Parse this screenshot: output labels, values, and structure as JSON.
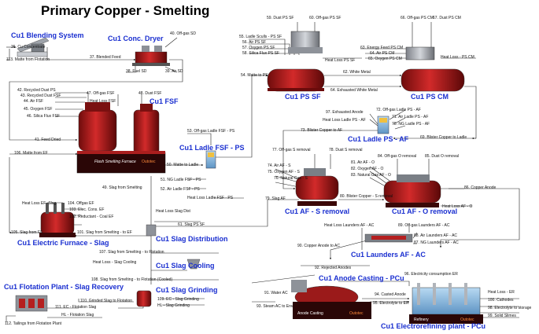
{
  "title": "Primary Copper - Smelting",
  "units": {
    "blending": "Cu1 Blending System",
    "dryer": "Cu1 Conc. Dryer",
    "fsf": "Cu1 FSF",
    "ladle_fsf": "Cu1 Ladle FSF - PS",
    "ps_sf": "Cu1 PS SF",
    "ps_cm": "Cu1 PS CM",
    "ladle_ps_af": "Cu1 Ladle PS - AF",
    "af_s": "Cu1 AF - S removal",
    "af_o": "Cu1 AF - O removal",
    "elec_furnace": "Cu1 Electric Furnace - Slag",
    "slag_dist": "Cu1 Slag Distribution",
    "launders": "Cu1 Launders AF - AC",
    "slag_cooling": "Cu1 Slag Cooling",
    "anode_casting": "Cu1 Anode Casting - PCu",
    "flotation": "Cu1 Flotation Plant - Slag Recovery",
    "slag_grinding": "Cu1 Slag Grinding",
    "electrorefining": "Cu1 Electrorefining plant - PCu"
  },
  "equipment_labels": {
    "fsf": "Flash Smelting Furnace",
    "outotec": "Outotec",
    "anode_casting": "Anode Casting",
    "refinery": "Refinery"
  },
  "streams": {
    "s36": "36. Cu Concentrate",
    "s113": "113. Matte from Flotation",
    "s37": "37. Blended Feed",
    "s38": "38. Fuel SD",
    "s39": "39. Air SD",
    "s40": "40. Off-gas SD",
    "s42": "42. Recycled Dust PS",
    "s43": "43. Recycled Dust FSF",
    "s44": "44. Air FSF",
    "s45": "45. Oxygen FSF",
    "s46": "46. Silica Flux FSF",
    "s47": "47. Off-gas FSF",
    "s48": "48. Dust FSF",
    "hl_fsf": "Heat Loss FSF",
    "s41": "41. Feed Dried",
    "s106": "106. Matte from EF",
    "s49": "49. Slag from Smelting",
    "s50": "50. Matte to Ladle",
    "s51": "51. NG Ladle FSF - PS",
    "s52": "52. Air Ladle FSF - PS",
    "s53": "53. Off-gas Ladle FSF - PS",
    "hl_ladle_fsf": "Heat Loss Ladle FSF - PS",
    "s59": "59. Dust PS SF",
    "s60": "60. Off-gas PS SF",
    "s55": "55. Ladle Sculls - PS SF",
    "s56": "56. Air PS SF",
    "s57": "57. Oxygen PS SF",
    "s58": "58. Silica Flux PS SF",
    "hl_ps_sf": "Heat Loss PS SF",
    "s54": "54. Matte to PS",
    "s62": "62. White Metal",
    "s64": "64. Exhausted White Metal",
    "s66": "66. Off-gas PS CM",
    "s67": "67. Dust PS CM",
    "s63": "63. Energy Feed PS CM",
    "s64b": "64. Air PS CM",
    "s65": "65. Oxygen PS CM",
    "hl_ps_cm": "Heat Loss - PS CM",
    "s97": "97. Exhausted Anode",
    "hl_ladle_ps": "Heat Loss Ladle PS - AF",
    "s72": "72. Off-gas Ladle PS - AF",
    "s71": "71. Air Ladle PS - AF",
    "s70": "70. NG Ladle PS - AF",
    "s73": "73. Blister Copper to AF",
    "s69": "69. Blister Copper to Ladle",
    "s77": "77. Off-gas S removal",
    "s78": "78. Dust S removal",
    "s84": "84. Off-gas O removal",
    "s85": "85. Dust O removal",
    "s74": "74. Air AF - S",
    "s75": "75. Oxygen AF - S",
    "s76": "76. Natural Gas - S",
    "s81": "81. Air AF - O",
    "s82": "82. Oxygen AF - O",
    "s83": "83. Natural Gas AF - O",
    "s79": "79. Slag AF",
    "s80": "80. Blister Copper - S removal",
    "s86": "86. Copper Anode",
    "hl_af_o": "Heat Loss AF - O",
    "hl_ef": "Heat Loss EF -Slag",
    "s104": "104. Offgas EF",
    "s103": "103. Elec. Cons. EF",
    "s102": "102. Reductant - Coal EF",
    "s105": "105. Slag from EF",
    "s101": "101. Slag from Smelting - to EF",
    "hl_slag_dist": "Heat Loss Slag Dist",
    "s61": "61. Slag PS SF",
    "hl_launders": "Heat Loss Launders AF - AC",
    "s89": "89. Off-gas Launders AF - AC",
    "s88": "88. Air Launders AF - AC",
    "s87": "87. NG Launders AF - AC",
    "s90": "90. Copper Anode to AC",
    "s107": "107. Slag from Smelting - to Flotation",
    "hl_slag_cooling": "Heat Loss - Slag Cooling",
    "s92": "92. Rejected Anodes",
    "s108": "108. Slag from Smelting - to Flotation (Cooled)",
    "s96": "96. Electricity consumption ER",
    "s109": "109. EC - Slag Grinding",
    "hl_grinding": "HL - Slag Grinding",
    "s110": "110. Grinded Slag to Flotation",
    "s111": "111. EC - Flotation Slag",
    "hl_flotation": "HL - Flotation Slag",
    "s112": "112. Tailings from Flotation Plant",
    "s91": "91. Water AC",
    "s93": "93. Steam AC to Env",
    "s94": "94. Casted Anode",
    "s95": "95. Electrolyte to ER",
    "hl_er": "Heat Loss - ER",
    "s100": "100. Cathodes",
    "s98": "98. Electrolyte to storage",
    "s99": "99. Solid Slimes"
  }
}
